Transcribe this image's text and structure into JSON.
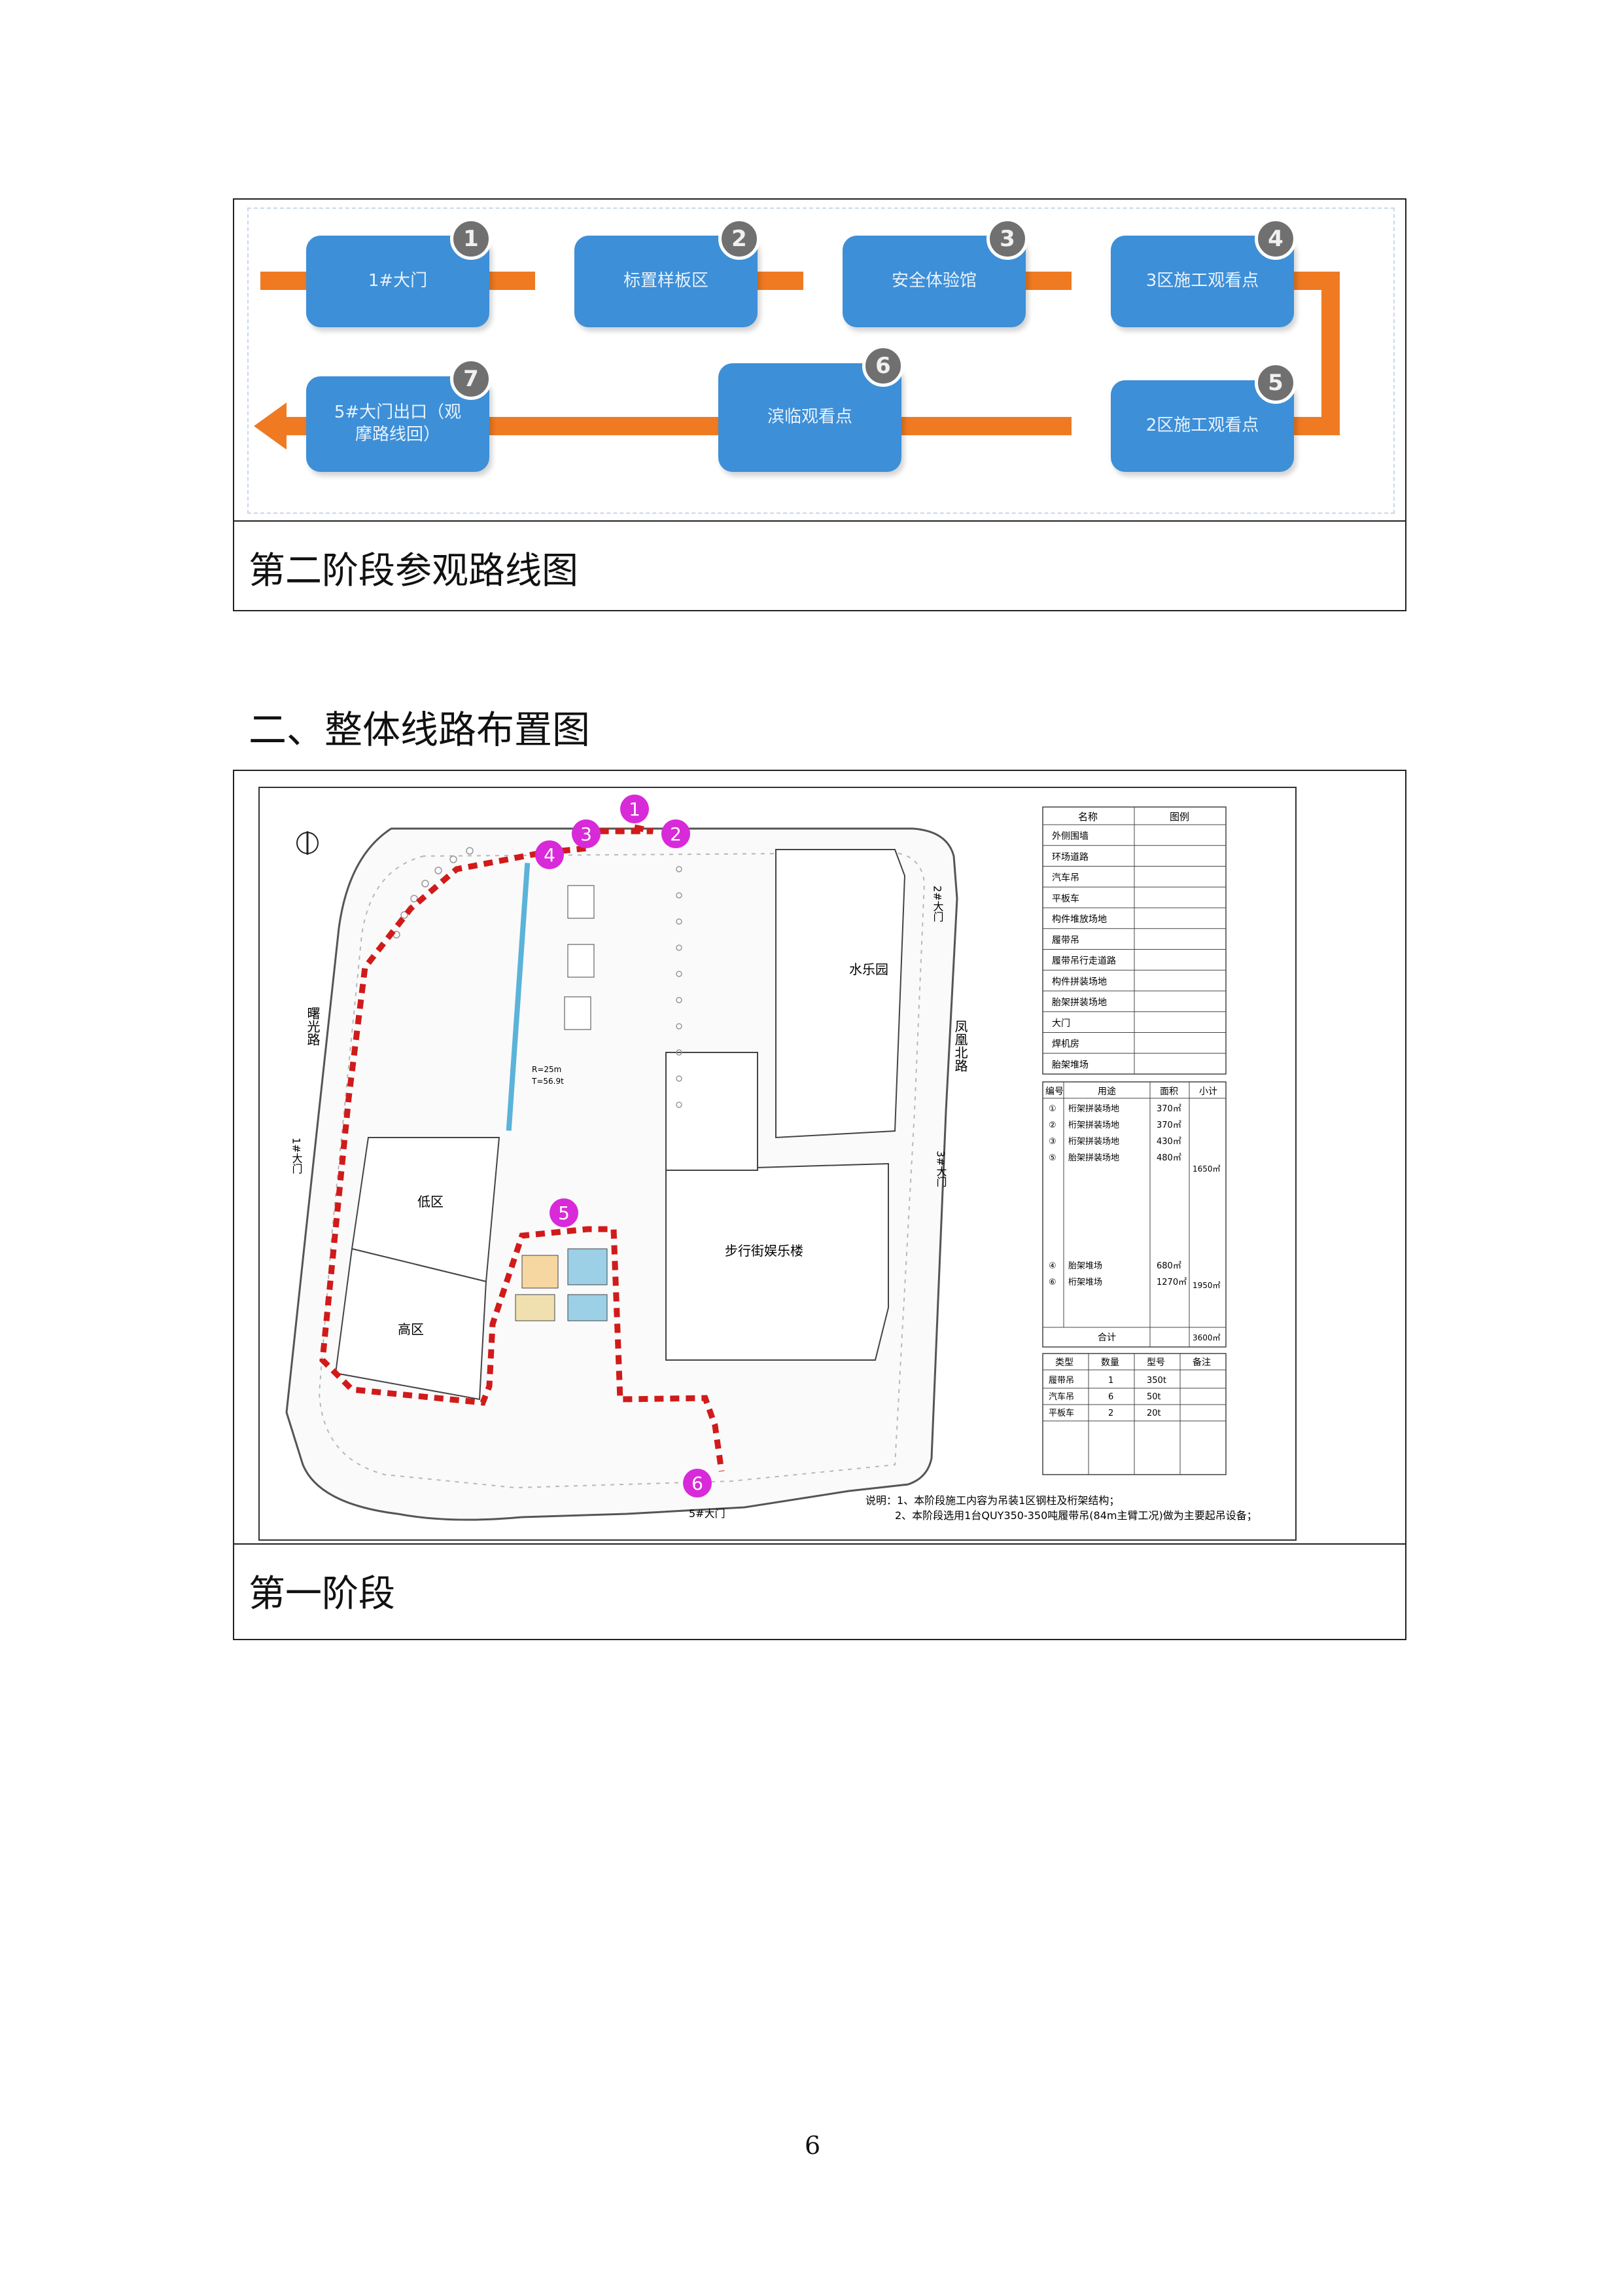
{
  "flowchart": {
    "caption": "第二阶段参观路线图",
    "steps": [
      {
        "num": "1",
        "label": "1#大门"
      },
      {
        "num": "2",
        "label": "标置样板区"
      },
      {
        "num": "3",
        "label": "安全体验馆"
      },
      {
        "num": "4",
        "label": "3区施工观看点"
      },
      {
        "num": "5",
        "label": "2区施工观看点"
      },
      {
        "num": "6",
        "label": "滨临观看点"
      },
      {
        "num": "7",
        "label": "5#大门出口（观摩路线回）"
      }
    ],
    "colors": {
      "box": "#3d8fd8",
      "arrow": "#ef7a22",
      "badge": "#707070"
    }
  },
  "section_heading": "二、整体线路布置图",
  "site_plan": {
    "caption": "第一阶段",
    "labels": {
      "road_west": "曙光路",
      "road_east": "凤凰北路",
      "water_park": "水乐园",
      "mall": "步行街娱乐楼",
      "low_zone": "低区",
      "high_zone": "高区",
      "gate_north": "2#大门",
      "gate_east": "3#大门",
      "gate_west": "1#大门",
      "gate_south": "5#大门",
      "crane_spec_1": "R=25m",
      "crane_spec_2": "T=56.9t"
    },
    "route_points": [
      "1",
      "2",
      "3",
      "4",
      "5",
      "6"
    ],
    "legend": {
      "headers": [
        "名称",
        "图例"
      ],
      "rows": [
        "外侧围墙",
        "环场道路",
        "汽车吊",
        "平板车",
        "构件堆放场地",
        "履带吊",
        "履带吊行走道路",
        "构件拼装场地",
        "胎架拼装场地",
        "大门",
        "焊机房",
        "胎架堆场"
      ]
    },
    "area_table": {
      "headers": [
        "编号",
        "用途",
        "面积",
        "小计"
      ],
      "rows": [
        {
          "no": "①",
          "use": "桁架拼装场地",
          "area": "370㎡"
        },
        {
          "no": "②",
          "use": "桁架拼装场地",
          "area": "370㎡"
        },
        {
          "no": "③",
          "use": "桁架拼装场地",
          "area": "430㎡"
        },
        {
          "no": "⑤",
          "use": "胎架拼装场地",
          "area": "480㎡"
        },
        {
          "no": "④",
          "use": "胎架堆场",
          "area": "680㎡"
        },
        {
          "no": "⑥",
          "use": "桁架堆场",
          "area": "1270㎡"
        }
      ],
      "subtotal_1": "1650㎡",
      "subtotal_2": "1950㎡",
      "total_label": "合计",
      "total": "3600㎡"
    },
    "equipment_table": {
      "headers": [
        "类型",
        "数量",
        "型号",
        "备注"
      ],
      "rows": [
        {
          "type": "履带吊",
          "qty": "1",
          "model": "350t"
        },
        {
          "type": "汽车吊",
          "qty": "6",
          "model": "50t"
        },
        {
          "type": "平板车",
          "qty": "2",
          "model": "20t"
        }
      ]
    },
    "notes": [
      "说明：1、本阶段施工内容为吊装1区钢柱及桁架结构；",
      "2、本阶段选用1台QUY350-350吨履带吊(84m主臂工况)做为主要起吊设备；"
    ],
    "colors": {
      "route": "#d11a1a",
      "marker": "#d82ad8"
    }
  },
  "page_number": "6"
}
